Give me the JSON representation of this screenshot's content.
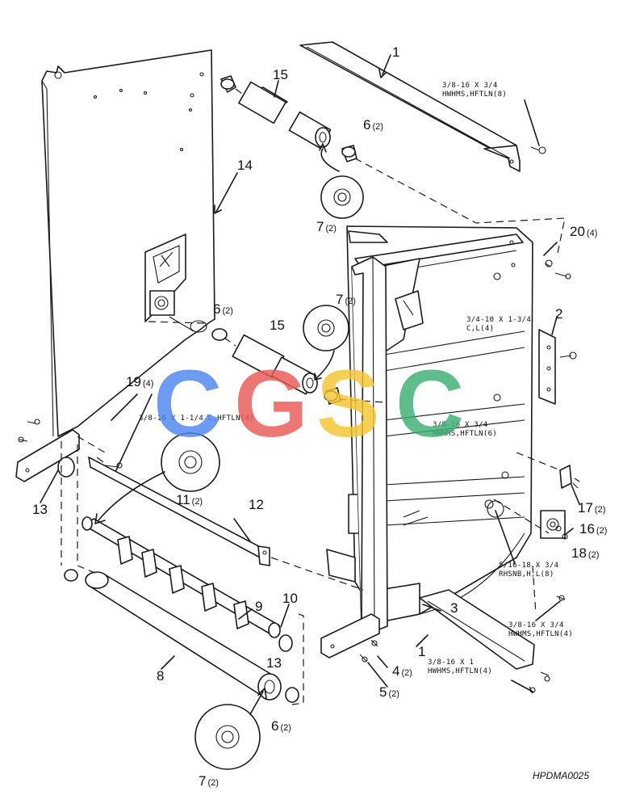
{
  "drawing_id": "HPDMA0025",
  "watermark": {
    "letters": [
      "C",
      "G",
      "S",
      "C"
    ],
    "colors": [
      "#4f86f0",
      "#ea5a55",
      "#f5c531",
      "#3cae72"
    ]
  },
  "callouts": [
    {
      "id": "c1a",
      "num": "1",
      "qty": ""
    },
    {
      "id": "c1b",
      "num": "1",
      "qty": ""
    },
    {
      "id": "c2",
      "num": "2",
      "qty": ""
    },
    {
      "id": "c3",
      "num": "3",
      "qty": ""
    },
    {
      "id": "c4",
      "num": "4",
      "qty": "(2)"
    },
    {
      "id": "c5",
      "num": "5",
      "qty": "(2)"
    },
    {
      "id": "c6a",
      "num": "6",
      "qty": "(2)"
    },
    {
      "id": "c6b",
      "num": "6",
      "qty": "(2)"
    },
    {
      "id": "c6c",
      "num": "6",
      "qty": "(2)"
    },
    {
      "id": "c7a",
      "num": "7",
      "qty": "(2)"
    },
    {
      "id": "c7b",
      "num": "7",
      "qty": "(2)"
    },
    {
      "id": "c7c",
      "num": "7",
      "qty": "(2)"
    },
    {
      "id": "c8",
      "num": "8",
      "qty": ""
    },
    {
      "id": "c9",
      "num": "9",
      "qty": ""
    },
    {
      "id": "c10",
      "num": "10",
      "qty": ""
    },
    {
      "id": "c11",
      "num": "11",
      "qty": "(2)"
    },
    {
      "id": "c12",
      "num": "12",
      "qty": ""
    },
    {
      "id": "c13a",
      "num": "13",
      "qty": ""
    },
    {
      "id": "c13b",
      "num": "13",
      "qty": ""
    },
    {
      "id": "c14",
      "num": "14",
      "qty": ""
    },
    {
      "id": "c15a",
      "num": "15",
      "qty": ""
    },
    {
      "id": "c15b",
      "num": "15",
      "qty": ""
    },
    {
      "id": "c16",
      "num": "16",
      "qty": "(2)"
    },
    {
      "id": "c17",
      "num": "17",
      "qty": "(2)"
    },
    {
      "id": "c18",
      "num": "18",
      "qty": "(2)"
    },
    {
      "id": "c19",
      "num": "19",
      "qty": "(4)"
    },
    {
      "id": "c20",
      "num": "20",
      "qty": "(4)"
    }
  ],
  "hardware_notes": [
    {
      "id": "n1",
      "lines": [
        "3/8-16 X 3/4",
        "HWHMS,HFTLN(8)"
      ]
    },
    {
      "id": "n2",
      "lines": [
        "3/4-10 X 1-3/4",
        "C,L(4)"
      ]
    },
    {
      "id": "n3",
      "lines": [
        "3/8-16 X 3/4",
        "HWHMS,HFTLN(6)"
      ]
    },
    {
      "id": "n4",
      "lines": [
        "3/8-16 X 1-1/4 C,HFTLN(4)"
      ]
    },
    {
      "id": "n5",
      "lines": [
        "5/16-18 X 3/4",
        "RHSNB,H,L(8)"
      ]
    },
    {
      "id": "n6",
      "lines": [
        "3/8-16 X 3/4",
        "HWHMS,HFTLN(4)"
      ]
    },
    {
      "id": "n7",
      "lines": [
        "3/8-16 X 1",
        "HWHMS,HFTLN(4)"
      ]
    }
  ]
}
